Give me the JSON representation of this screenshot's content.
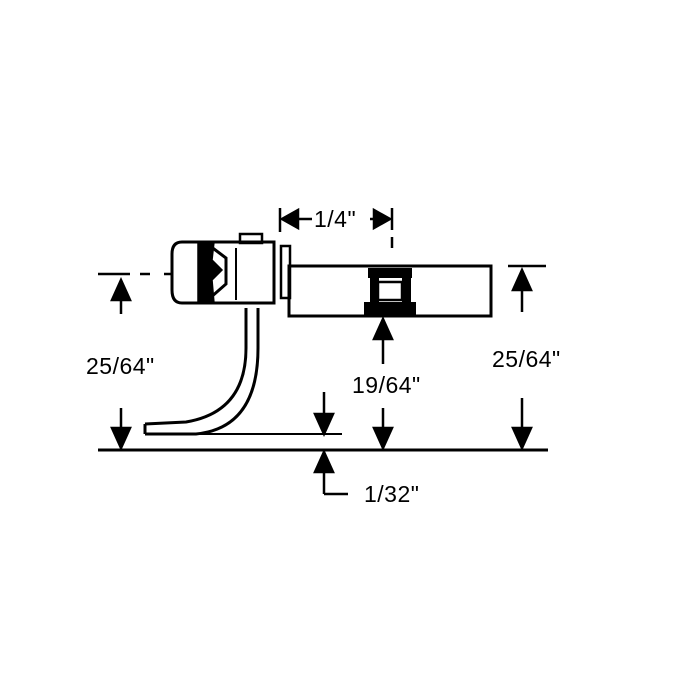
{
  "labels": {
    "top_width": "1/4\"",
    "left_height": "25/64\"",
    "right_height": "25/64\"",
    "center_height": "19/64\"",
    "bottom_offset": "1/32\""
  }
}
